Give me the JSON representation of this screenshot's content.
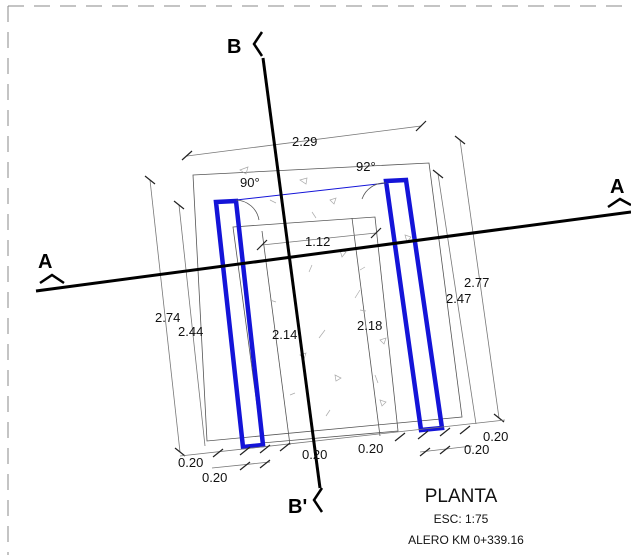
{
  "plan": {
    "title": "PLANTA",
    "scale": "ESC: 1:75",
    "location": "ALERO KM 0+339.16"
  },
  "sections": {
    "a_left": "A",
    "a_right": "A",
    "b_top": "B",
    "b_bottom": "B'"
  },
  "angles": {
    "left": "90°",
    "right": "92°"
  },
  "dimensions": {
    "top_width": "2.29",
    "inner_width": "1.12",
    "left_outer": "2.74",
    "left_inner": "2.44",
    "center_left": "2.14",
    "center_right": "2.18",
    "right_inner": "2.47",
    "right_outer": "2.77",
    "bottom_1": "0.20",
    "bottom_2": "0.20",
    "bottom_3": "0.20",
    "bottom_4": "0.20",
    "bottom_5": "0.20",
    "bottom_6": "0.20"
  },
  "colors": {
    "wall": "#1414d8",
    "cut_line": "#000000"
  }
}
